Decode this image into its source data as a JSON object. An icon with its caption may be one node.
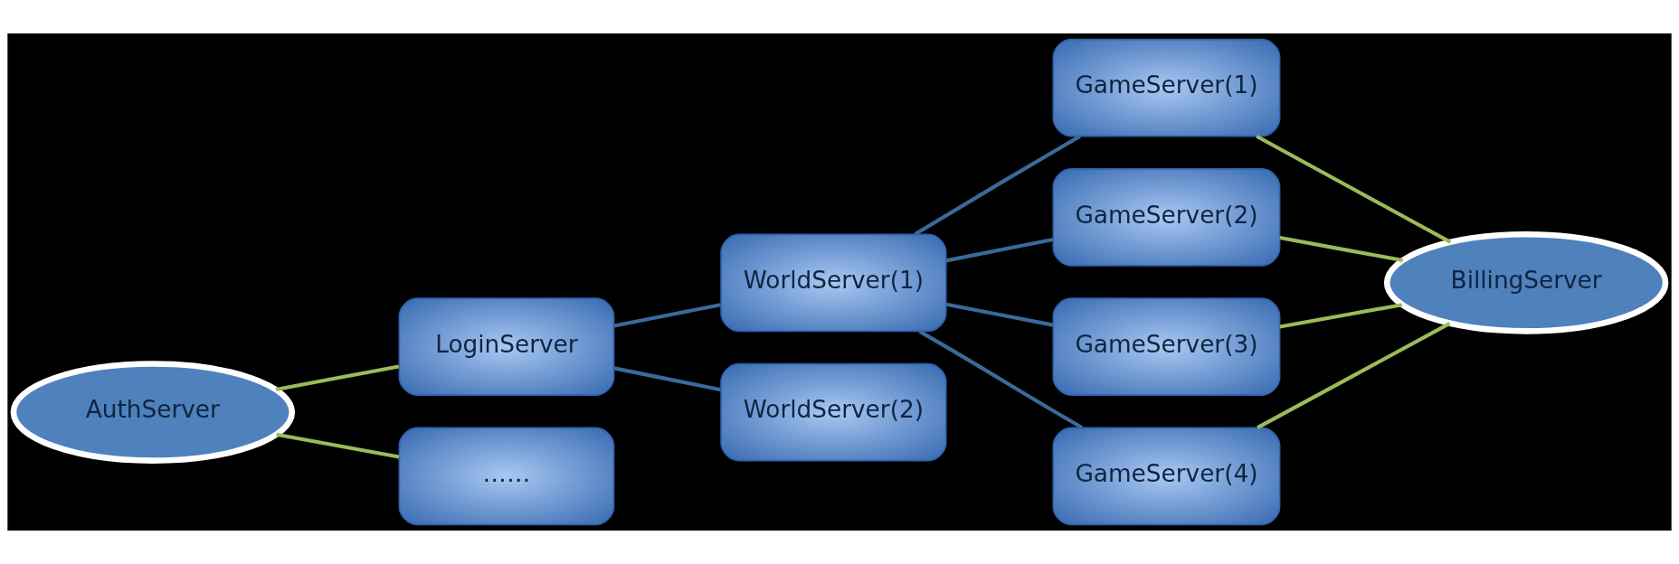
{
  "diagram": {
    "nodes": [
      {
        "text": [
          "AuthServer"
        ]
      },
      {
        "text": [
          "LoginServer"
        ]
      },
      {
        "text": [
          "……"
        ]
      },
      {
        "text": [
          "WorldServer(1)"
        ]
      },
      {
        "text": [
          "WorldServer(2)"
        ]
      },
      {
        "text": [
          "GameServer(1)"
        ]
      },
      {
        "text": [
          "GameServer(2)"
        ]
      },
      {
        "text": [
          "GameServer(3)"
        ]
      },
      {
        "text": [
          "GameServer(4)"
        ]
      },
      {
        "text": [
          "BillingServer"
        ]
      }
    ],
    "edges": [
      {
        "from": 0,
        "to": 1,
        "arrow": "none",
        "color": "#9bbb59"
      },
      {
        "from": 0,
        "to": 2,
        "arrow": "none",
        "color": "#9bbb59"
      },
      {
        "from": 1,
        "to": 3,
        "arrow": "none",
        "color": "#3a6a9a"
      },
      {
        "from": 1,
        "to": 4,
        "arrow": "none",
        "color": "#3a6a9a"
      },
      {
        "from": 3,
        "to": 5,
        "arrow": "none",
        "color": "#3a6a9a"
      },
      {
        "from": 3,
        "to": 6,
        "arrow": "none",
        "color": "#3a6a9a"
      },
      {
        "from": 3,
        "to": 7,
        "arrow": "none",
        "color": "#3a6a9a"
      },
      {
        "from": 3,
        "to": 8,
        "arrow": "none",
        "color": "#3a6a9a"
      },
      {
        "from": 5,
        "to": 9,
        "arrow": "none",
        "color": "#9bbb59"
      },
      {
        "from": 6,
        "to": 9,
        "arrow": "none",
        "color": "#9bbb59"
      },
      {
        "from": 7,
        "to": 9,
        "arrow": "none",
        "color": "#9bbb59"
      },
      {
        "from": 8,
        "to": 9,
        "arrow": "none",
        "color": "#9bbb59"
      }
    ]
  }
}
